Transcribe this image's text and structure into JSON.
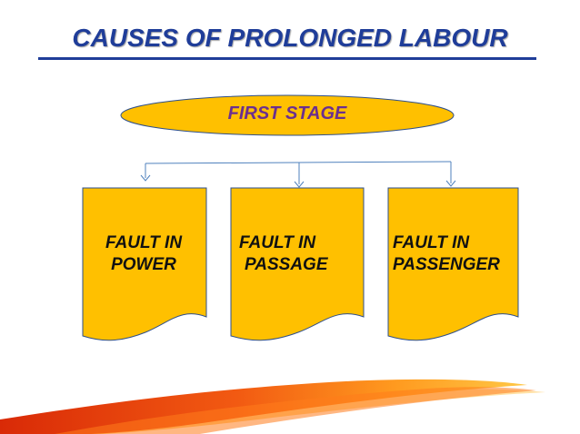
{
  "title": "CAUSES OF PROLONGED LABOUR",
  "root": {
    "label": "FIRST STAGE"
  },
  "causes": [
    {
      "line1": "FAULT IN",
      "line2": "POWER"
    },
    {
      "line1": "FAULT IN",
      "line2": "PASSAGE"
    },
    {
      "line1": "FAULT IN",
      "line2": "PASSENGER"
    }
  ],
  "colors": {
    "title": "#1f3d99",
    "shape_fill": "#ffc000",
    "shape_stroke": "#2e4f8c",
    "root_label": "#6b2f8f",
    "connector": "#4f81bd",
    "swoosh_dark": "#e0320a",
    "swoosh_light": "#ffb020"
  }
}
